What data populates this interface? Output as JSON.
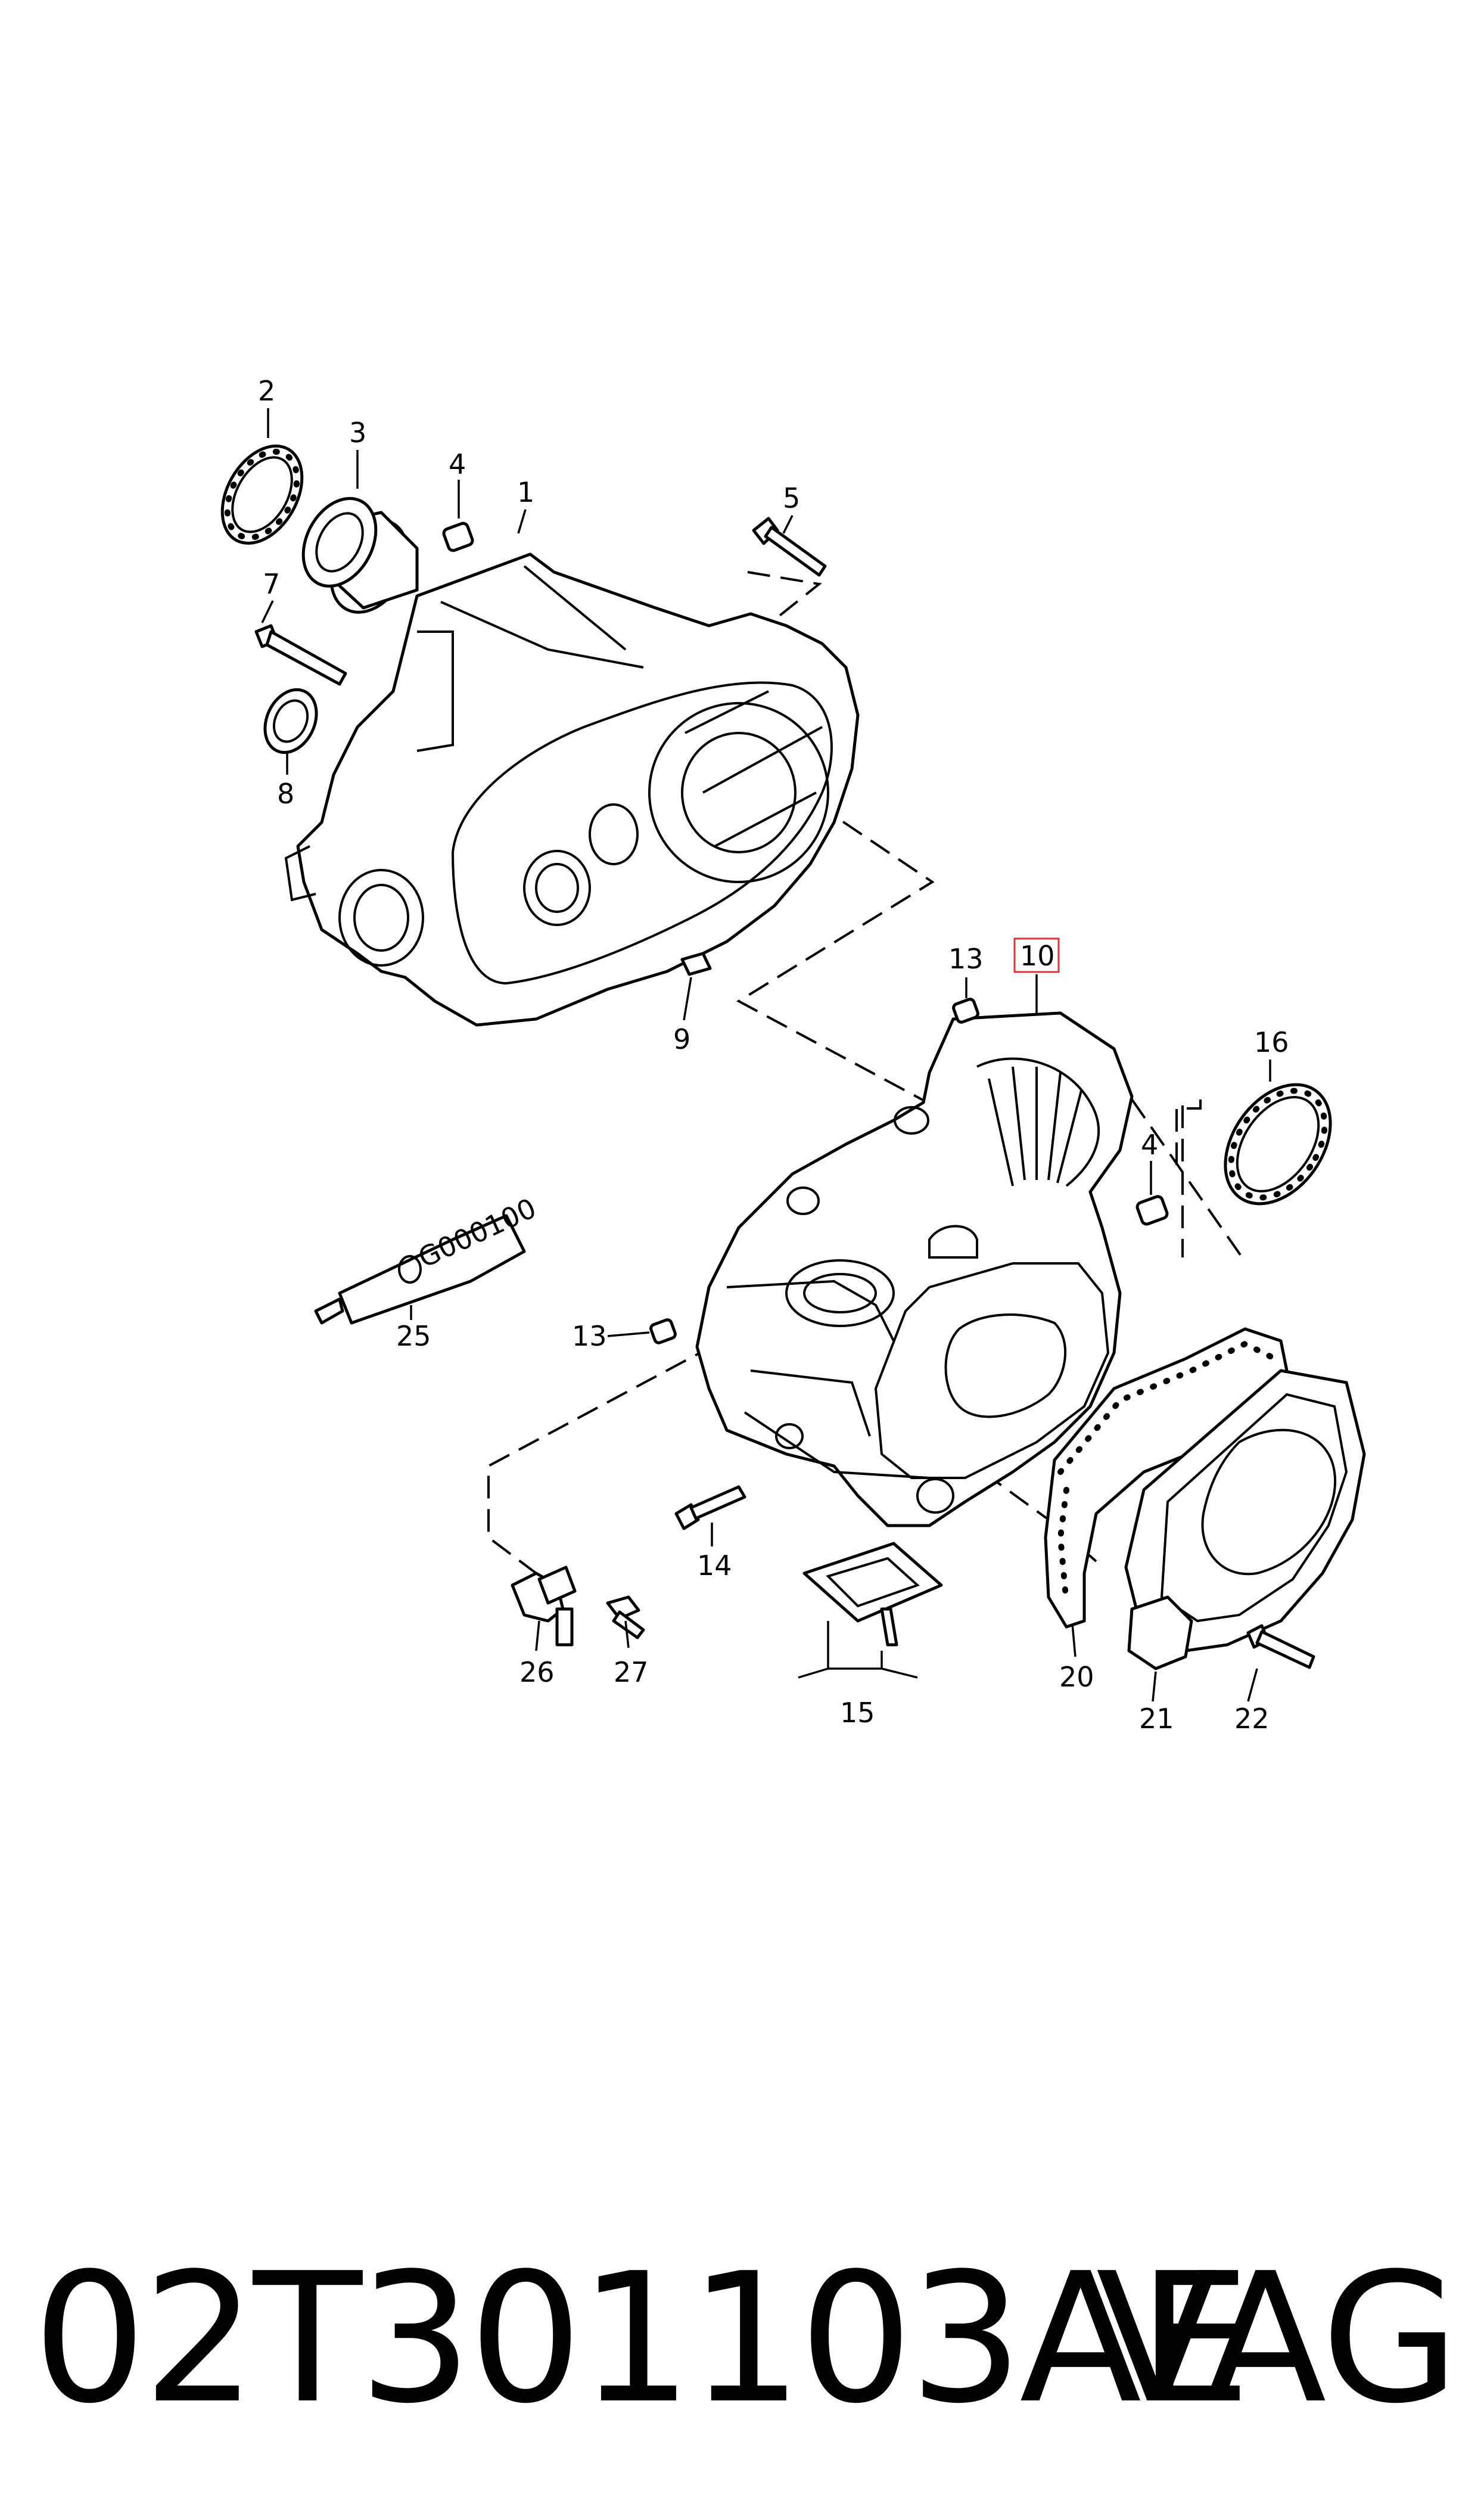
{
  "callouts": {
    "c1": "1",
    "c2": "2",
    "c3": "3",
    "c4a": "4",
    "c4b": "4",
    "c5": "5",
    "c7": "7",
    "c8": "8",
    "c9": "9",
    "c10": "10",
    "c13a": "13",
    "c13b": "13",
    "c14": "14",
    "c15": "15",
    "c16": "16",
    "c20": "20",
    "c21": "21",
    "c22": "22",
    "c25": "25",
    "c26": "26",
    "c27": "27"
  },
  "tube_label": "G000100",
  "highlight_color": "#e0303a",
  "footer": {
    "part_number": "02T301103AE",
    "brand": "VAG"
  }
}
